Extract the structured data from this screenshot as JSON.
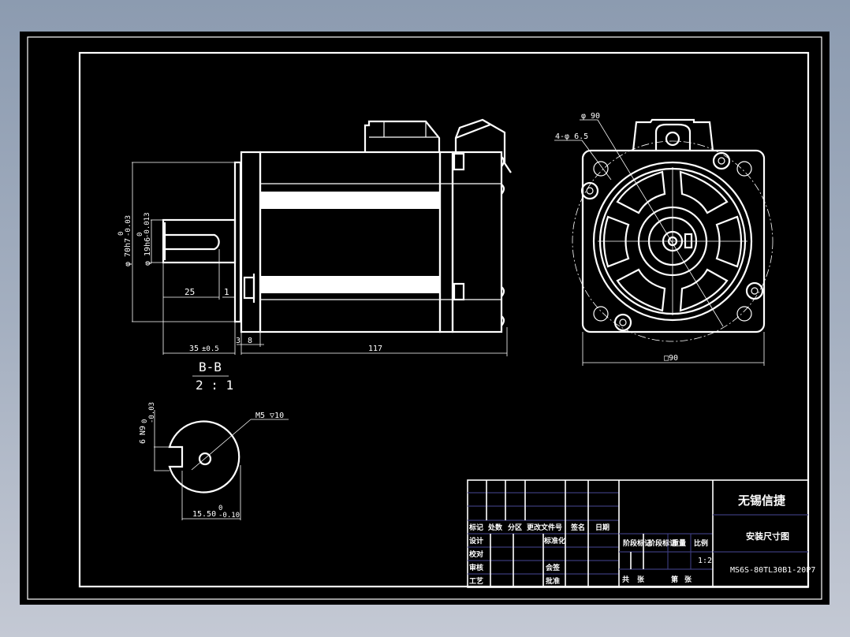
{
  "colors": {
    "background_top": "#8c9bb0",
    "background_bottom": "#c4c9d4",
    "canvas": "#000000",
    "lines": "#ffffff",
    "title_block_grid": "#3a3a78"
  },
  "side_view": {
    "dims": {
      "flange_dia": "φ 70h7",
      "flange_tol_upper": "0",
      "flange_tol_lower": "-0.03",
      "shaft_dia": "φ 19h6",
      "shaft_tol_upper": "0",
      "shaft_tol_lower": "-0.013",
      "key_length": "25",
      "key_offset": "1",
      "shaft_length": "35",
      "shaft_length_tol": "±0.5",
      "flange_gap": "3",
      "flange_thickness": "8",
      "body_length": "117"
    }
  },
  "front_view": {
    "dims": {
      "bolt_circle": "φ 90",
      "holes": "4-φ 6.5",
      "square": "□90"
    }
  },
  "section_view": {
    "title": "B-B",
    "scale": "2 : 1",
    "dims": {
      "key_width": "6",
      "key_fit": "N9",
      "key_tol_upper": "0",
      "key_tol_lower": "-0.03",
      "thread": "M5 ▽10",
      "key_depth": "15.50",
      "key_depth_tol_upper": "0",
      "key_depth_tol_lower": "-0.10"
    }
  },
  "title_block": {
    "revision_headers": [
      "标记",
      "处数",
      "分区",
      "更改文件号",
      "签名",
      "日期"
    ],
    "rows": [
      {
        "label": "设计",
        "mid": "标准化"
      },
      {
        "label": "校对",
        "mid": ""
      },
      {
        "label": "审核",
        "mid": ""
      },
      {
        "label": "工艺",
        "mid": "批准"
      }
    ],
    "approval_mid_labels": {
      "审核": "",
      "工艺": "批准",
      "审核_row": "会签"
    },
    "stage_headers": [
      "阶段标记",
      "阶段标记",
      "重量",
      "比例"
    ],
    "scale_value": "1:2",
    "sheet_total_label": "共",
    "sheet_total_unit": "张",
    "sheet_num_label": "第",
    "sheet_num_unit": "张",
    "company": "无锡信捷",
    "drawing_title": "安装尺寸图",
    "drawing_number": "MS6S-80TL30B1-20P7"
  }
}
